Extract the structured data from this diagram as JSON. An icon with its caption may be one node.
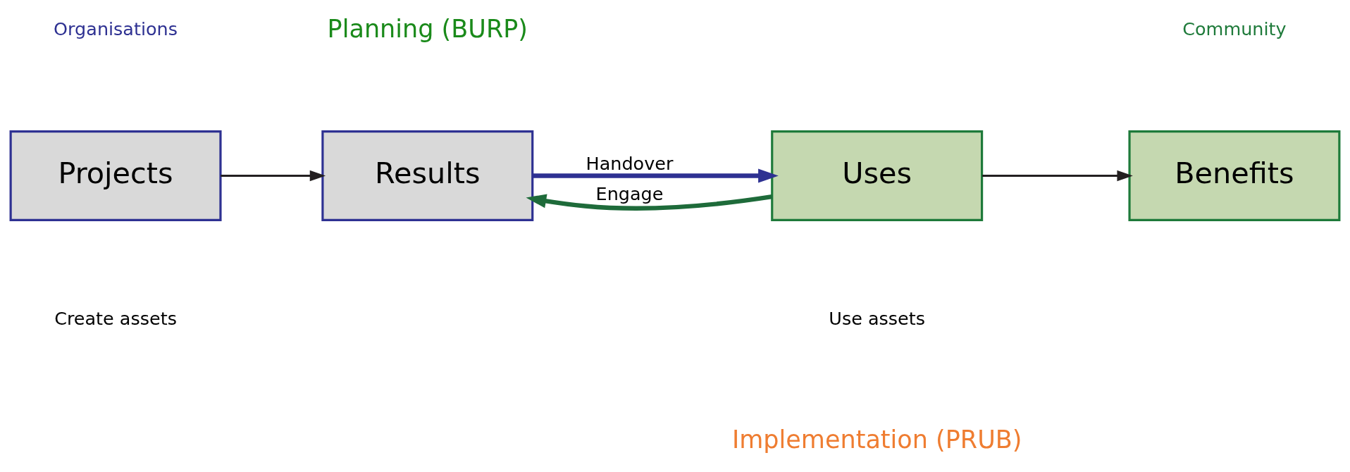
{
  "diagram": {
    "nodes": [
      {
        "text": [
          "Projects"
        ]
      },
      {
        "text": [
          "Results"
        ]
      },
      {
        "text": [
          "Uses"
        ]
      },
      {
        "text": [
          "Benefits"
        ]
      }
    ],
    "edges": [
      {
        "from": 0,
        "to": 1,
        "arrow": "to"
      },
      {
        "from": 1,
        "to": 2,
        "arrow": "to",
        "label": "Handover",
        "style": "thick",
        "color": "#2e3192"
      },
      {
        "from": 2,
        "to": 1,
        "arrow": "to",
        "label": "Engage",
        "style": "thick",
        "color": "#1e6b3a"
      },
      {
        "from": 2,
        "to": 3,
        "arrow": "to"
      }
    ],
    "labels": [
      "Planning (BURP)",
      "Organisations",
      "Community",
      "Create assets",
      "Use assets",
      "Implementation (PRUB)"
    ]
  }
}
